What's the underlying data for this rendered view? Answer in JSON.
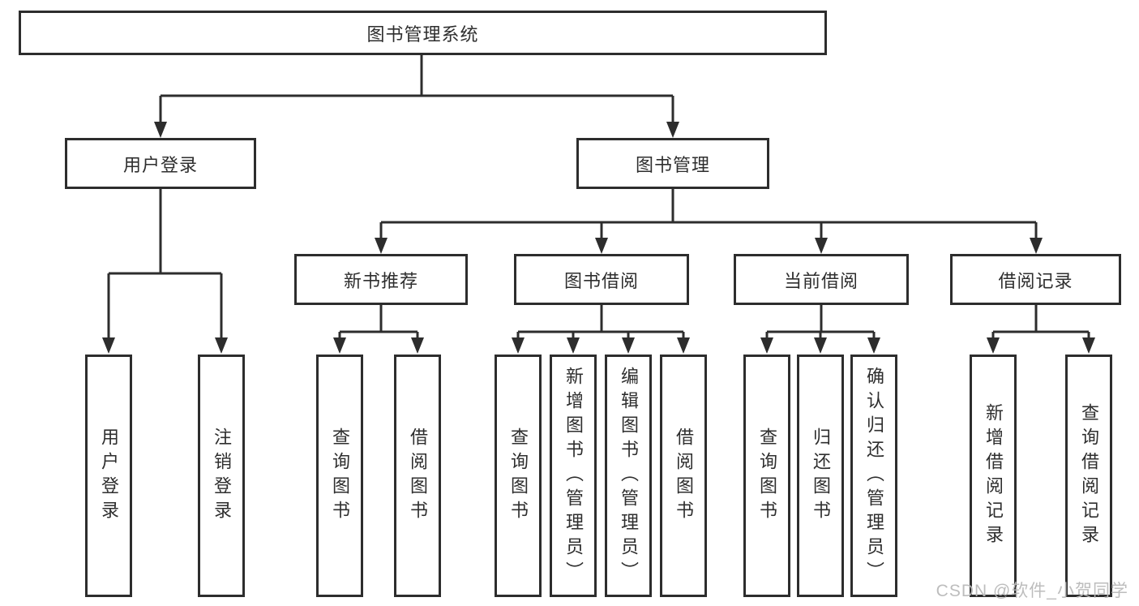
{
  "title": "图书管理系统",
  "branches": {
    "user_login": {
      "label": "用户登录",
      "children": [
        "用户登录",
        "注销登录"
      ]
    },
    "book_management": {
      "label": "图书管理",
      "sections": [
        {
          "label": "新书推荐",
          "children": [
            "查询图书",
            "借阅图书"
          ]
        },
        {
          "label": "图书借阅",
          "children": [
            "查询图书",
            "新增图书（管理员）",
            "编辑图书（管理员）",
            "借阅图书"
          ]
        },
        {
          "label": "当前借阅",
          "children": [
            "查询图书",
            "归还图书",
            "确认归还（管理员）"
          ]
        },
        {
          "label": "借阅记录",
          "children": [
            "新增借阅记录",
            "查询借阅记录"
          ]
        }
      ]
    }
  },
  "watermark": "CSDN @软件_小贺同学",
  "colors": {
    "line": "#2d2d2d",
    "text": "#2e2e2e",
    "background": "#ffffff",
    "watermark": "#b9b9b9"
  }
}
